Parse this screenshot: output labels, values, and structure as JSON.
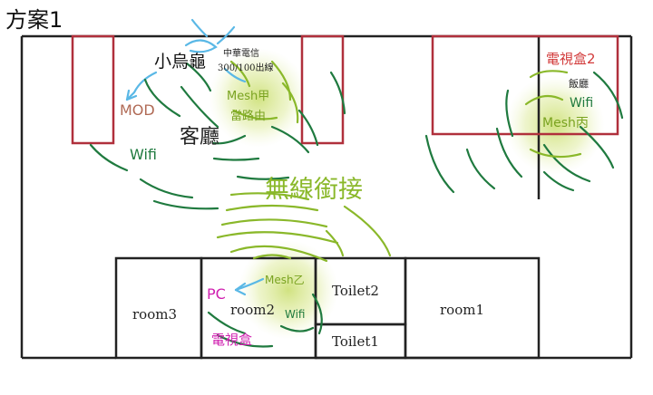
{
  "title": "方案1",
  "labels": {
    "modem": "小烏龜",
    "isp_line1": "中華電信",
    "isp_line2": "300/100出線",
    "mesh_a_line1": "Mesh甲",
    "mesh_a_line2": "當路由",
    "mod": "MOD",
    "living_room": "客廳",
    "wifi_living": "Wifi",
    "wireless_link": "無線銜接",
    "tv_box_2": "電視盒2",
    "restaurant": "飯廳",
    "wifi_right": "Wifi",
    "mesh_c": "Mesh丙",
    "room3": "room3",
    "pc": "PC",
    "room2": "room2",
    "mesh_b": "Mesh乙",
    "wifi_room2": "Wifi",
    "tv_box": "電視盒",
    "toilet2": "Toilet2",
    "toilet1": "Toilet1",
    "room1": "room1"
  },
  "colors": {
    "wall": "#222222",
    "furniture": "#b0303c",
    "wifi_arc": "#1f7a3f",
    "link_arc": "#8ab82a",
    "cable": "#5ab8e6",
    "glow": "#c8dd6a",
    "tv_label": "#d23a3a",
    "pc_label": "#d020b0",
    "mod_label": "#b06a55"
  }
}
